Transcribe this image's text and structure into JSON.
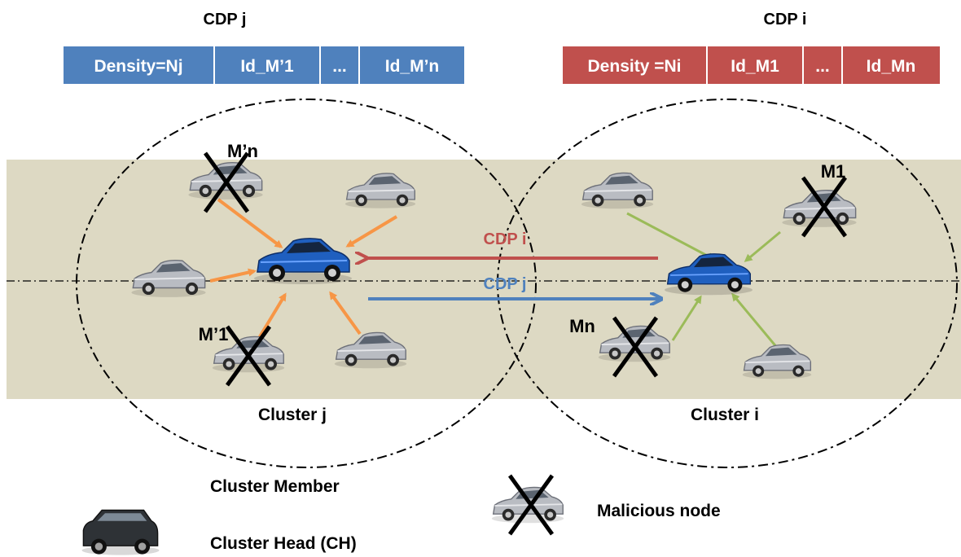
{
  "cdp_j": {
    "title": "CDP j",
    "fields": [
      "Density=Nj",
      "Id_M’1",
      "...",
      "Id_M’n"
    ],
    "color": "#4f81bd"
  },
  "cdp_i": {
    "title": "CDP i",
    "fields": [
      "Density =Ni",
      "Id_M1",
      "...",
      "Id_Mn"
    ],
    "color": "#c0504d"
  },
  "road_color": "#ddd9c3",
  "cluster_j": {
    "label": "Cluster j",
    "arrow_color": "#f79646",
    "member_labels": {
      "top": "M’n",
      "bottom": "M’1"
    }
  },
  "cluster_i": {
    "label": "Cluster i",
    "arrow_color": "#9bbb59",
    "member_labels": {
      "top": "M1",
      "bottom": "Mn"
    }
  },
  "messages": {
    "to_j": {
      "label": "CDP i",
      "color": "#c0504d"
    },
    "to_i": {
      "label": "CDP j",
      "color": "#4f81bd"
    }
  },
  "legend": {
    "member": "Cluster Member",
    "head": "Cluster Head (CH)",
    "malicious": "Malicious node"
  },
  "icons": {
    "member": "silver-sedan-icon",
    "head": "blue-car-icon",
    "malicious": "crossed-car-icon",
    "legend_head": "dark-suv-icon"
  }
}
